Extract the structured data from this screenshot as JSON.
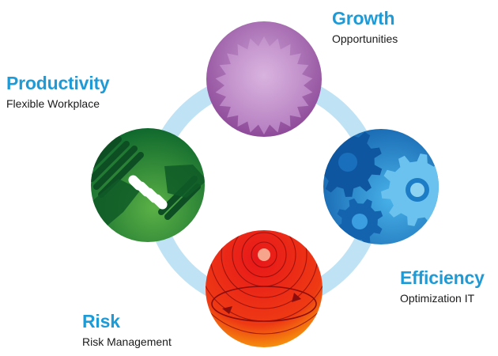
{
  "colors": {
    "title_blue": "#1e9bd7",
    "ring": "#bfe3f5",
    "growth": "#9a53a3",
    "productivity": "#1f8a3c",
    "efficiency": "#1c7cc6",
    "risk": "#e8261c"
  },
  "growth": {
    "title": "Growth",
    "subtitle": "Opportunities",
    "icon": "starburst-icon"
  },
  "productivity": {
    "title": "Productivity",
    "subtitle": "Flexible Workplace",
    "icon": "handshake-icon"
  },
  "efficiency": {
    "title": "Efficiency",
    "subtitle": "Optimization IT",
    "icon": "gears-icon"
  },
  "risk": {
    "title": "Risk",
    "subtitle": "Risk Management",
    "icon": "target-icon"
  }
}
